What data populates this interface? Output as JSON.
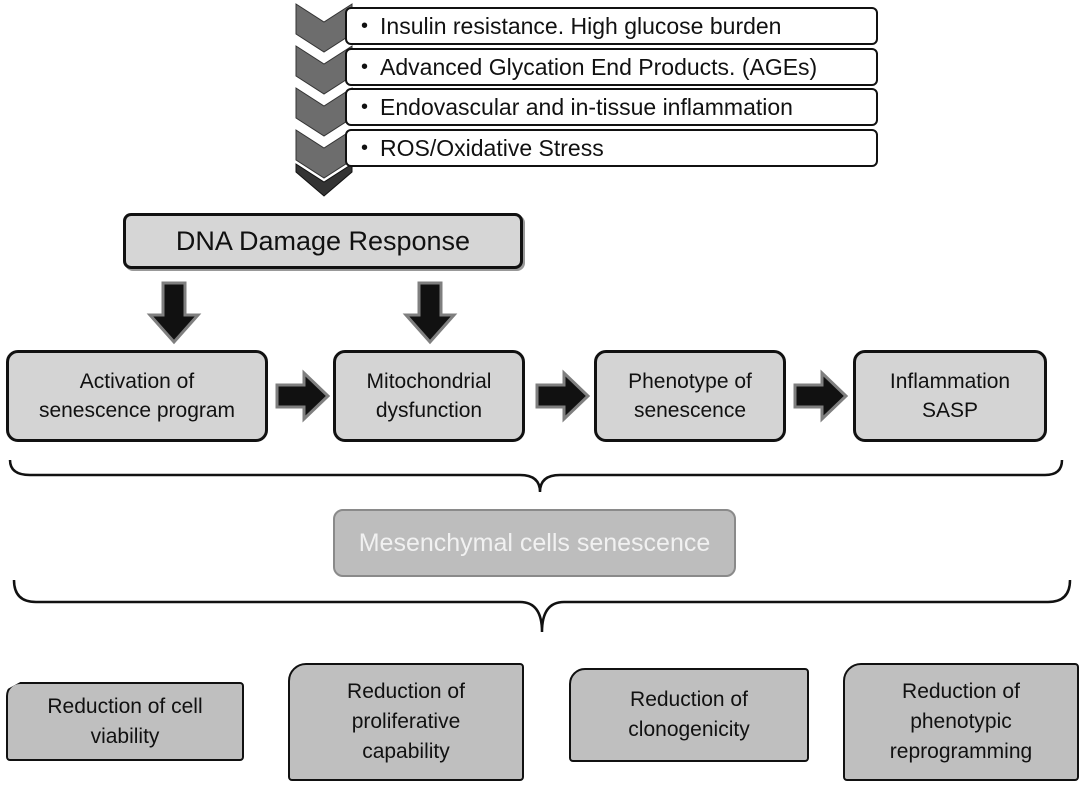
{
  "top_factors": [
    "Insulin resistance. High glucose burden",
    "Advanced Glycation End Products. (AGEs)",
    "Endovascular and in-tissue inflammation",
    "ROS/Oxidative Stress"
  ],
  "bullet_symbol": "•",
  "dna_damage": "DNA Damage Response",
  "steps": [
    "Activation of\nsenescence program",
    "Mitochondrial\ndysfunction",
    "Phenotype of\nsenescence",
    "Inflammation\nSASP"
  ],
  "mesenchymal": "Mesenchymal cells senescence",
  "outcomes": [
    "Reduction of cell\nviability",
    "Reduction of\nproliferative\ncapability",
    "Reduction of\nclonogenicity",
    "Reduction of\nphenotypic\nreprogramming"
  ],
  "colors": {
    "box_fill": "#d4d4d4",
    "outcome_fill": "#bfbfbf",
    "mesen_fill": "#bdbdbd",
    "mesen_text": "#f1f1f1",
    "arrow_fill": "#111111",
    "arrow_outline": "#7f7f7f"
  }
}
